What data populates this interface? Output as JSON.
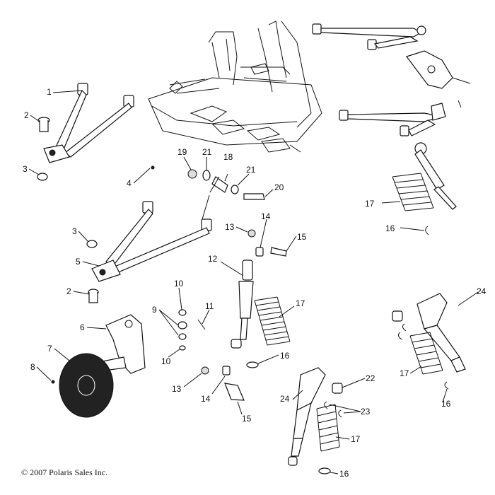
{
  "callouts": [
    {
      "id": "c1",
      "text": "1"
    },
    {
      "id": "c2a",
      "text": "2"
    },
    {
      "id": "c3a",
      "text": "3"
    },
    {
      "id": "c4",
      "text": "4"
    },
    {
      "id": "c3b",
      "text": "3"
    },
    {
      "id": "c5",
      "text": "5"
    },
    {
      "id": "c2b",
      "text": "2"
    },
    {
      "id": "c6",
      "text": "6"
    },
    {
      "id": "c7",
      "text": "7"
    },
    {
      "id": "c8",
      "text": "8"
    },
    {
      "id": "c9",
      "text": "9"
    },
    {
      "id": "c10a",
      "text": "10"
    },
    {
      "id": "c10b",
      "text": "10"
    },
    {
      "id": "c11",
      "text": "11"
    },
    {
      "id": "c19",
      "text": "19"
    },
    {
      "id": "c21a",
      "text": "21"
    },
    {
      "id": "c18",
      "text": "18"
    },
    {
      "id": "c21b",
      "text": "21"
    },
    {
      "id": "c20",
      "text": "20"
    },
    {
      "id": "c13a",
      "text": "13"
    },
    {
      "id": "c14a",
      "text": "14"
    },
    {
      "id": "c15a",
      "text": "15"
    },
    {
      "id": "c12",
      "text": "12"
    },
    {
      "id": "c17a",
      "text": "17"
    },
    {
      "id": "c16a",
      "text": "16"
    },
    {
      "id": "c13b",
      "text": "13"
    },
    {
      "id": "c14b",
      "text": "14"
    },
    {
      "id": "c15b",
      "text": "15"
    },
    {
      "id": "c24a",
      "text": "24"
    },
    {
      "id": "c22",
      "text": "22"
    },
    {
      "id": "c23",
      "text": "23"
    },
    {
      "id": "c17b",
      "text": "17"
    },
    {
      "id": "c16b",
      "text": "16"
    },
    {
      "id": "c17c",
      "text": "17"
    },
    {
      "id": "c16c",
      "text": "16"
    },
    {
      "id": "c24b",
      "text": "24"
    },
    {
      "id": "c17d",
      "text": "17"
    },
    {
      "id": "c16d",
      "text": "16"
    }
  ],
  "copyright": "© 2007 Polaris Sales Inc."
}
